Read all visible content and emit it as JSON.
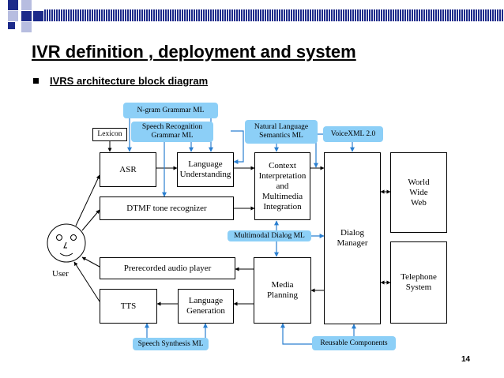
{
  "slide": {
    "title": "IVR definition , deployment and system",
    "bullet": "IVRS architecture block diagram",
    "page_number": "14"
  },
  "diagram": {
    "user_label": "User",
    "boxes": {
      "asr": "ASR",
      "language_understanding": "Language\nUnderstanding",
      "dtmf": "DTMF tone recognizer",
      "context": "Context\nInterpretation\nand\nMultimedia\nIntegration",
      "dialog_manager": "Dialog\nManager",
      "world_wide_web": "World\nWide\nWeb",
      "telephone_system": "Telephone\nSystem",
      "prerecorded": "Prerecorded audio player",
      "tts": "TTS",
      "language_generation": "Language\nGeneration",
      "media_planning": "Media\nPlanning"
    },
    "labels": {
      "lexicon": "Lexicon",
      "ngram": "N-gram Grammar ML",
      "speech_recognition": "Speech Recognition\nGrammar ML",
      "nl_semantics": "Natural Language\nSemantics ML",
      "voicexml": "VoiceXML 2.0",
      "multimodal": "Multimodal Dialog ML",
      "speech_synthesis": "Speech Synthesis ML",
      "reusable": "Reusable Components"
    }
  }
}
